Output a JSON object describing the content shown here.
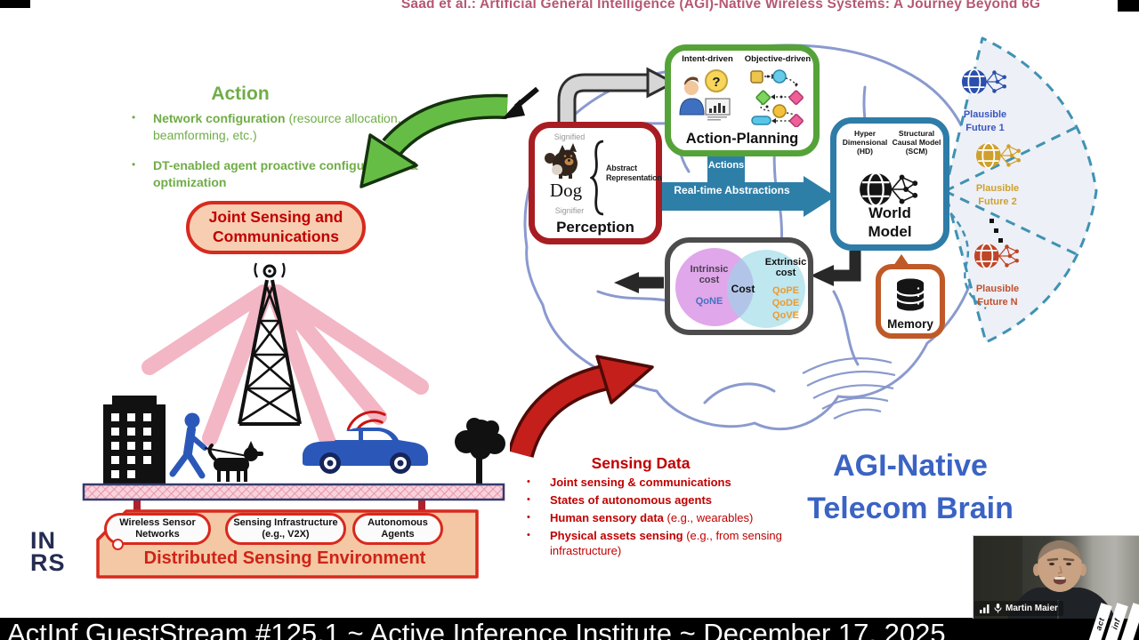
{
  "slide": {
    "title": "Saad et al.: Artificial General Intelligence (AGI)-Native Wireless Systems: A Journey Beyond 6G"
  },
  "action": {
    "heading": "Action",
    "items": [
      {
        "b": "Network configuration",
        "r": " (resource allocation, beamforming, etc.)"
      },
      {
        "b": "DT-enabled agent proactive configurations & optimization",
        "r": ""
      }
    ]
  },
  "joint_sensing": "Joint Sensing and Communications",
  "environment": {
    "pills": [
      "Wireless Sensor Networks",
      "Sensing Infrastructure (e.g., V2X)",
      "Autonomous Agents"
    ],
    "label": "Distributed Sensing Environment"
  },
  "inrs": {
    "l1": "IN",
    "l2": "RS"
  },
  "sensing": {
    "heading": "Sensing Data",
    "items": [
      {
        "b": "Joint sensing & communications",
        "r": ""
      },
      {
        "b": "States of autonomous agents",
        "r": ""
      },
      {
        "b": "Human sensory data",
        "r": " (e.g., wearables)"
      },
      {
        "b": "Physical assets sensing",
        "r": " (e.g., from sensing infrastructure)"
      }
    ]
  },
  "brain": {
    "action_planning": {
      "intent": "Intent-driven",
      "objective": "Objective-driven",
      "label": "Action-Planning",
      "qmark": "?"
    },
    "actions_label": "Actions",
    "realtime_label": "Real-time Abstractions",
    "perception": {
      "signified": "Signified",
      "signifier": "Signifier",
      "word": "Dog",
      "abstract": "Abstract Representation",
      "label": "Perception"
    },
    "world_model": {
      "hd": "Hyper Dimensional (HD)",
      "scm": "Structural Causal Model (SCM)",
      "label": "World Model"
    },
    "cost": {
      "intrinsic": "Intrinsic cost",
      "extrinsic": "Extrinsic cost",
      "overlap": "Cost",
      "qone": "QoNE",
      "qope": "QoPE",
      "qode": "QoDE",
      "qove": "QoVE"
    },
    "memory": "Memory"
  },
  "futures": [
    {
      "l1": "Plausible",
      "l2": "Future 1"
    },
    {
      "l1": "Plausible",
      "l2": "Future 2"
    },
    {
      "l1": "Plausible",
      "l2": "Future N"
    }
  ],
  "brain_title": {
    "l1": "AGI-Native",
    "l2": "Telecom Brain"
  },
  "webcam": {
    "name": "Martin Maier"
  },
  "footer": {
    "caption": "ActInf GuestStream #125.1 ~ Active Inference Institute ~ December 17, 2025"
  },
  "corner_logo": {
    "a": "act",
    "b": "inf"
  },
  "colors": {
    "title_rose": "#b65872",
    "action_green": "#70ad47",
    "alert_red": "#c00000",
    "brain_blue": "#3a63c4",
    "teal": "#2e7fa8",
    "ap_green_border": "#55a338",
    "perception_red_border": "#a81d22",
    "wm_teal_border": "#2e7ca8",
    "memory_orange_border": "#bf5a28",
    "qo_orange": "#ed9b2e",
    "qone_blue": "#4472c4",
    "future1_blue": "#3a55c0",
    "future2_gold": "#cfa12e",
    "futureN_red": "#c0502c"
  }
}
